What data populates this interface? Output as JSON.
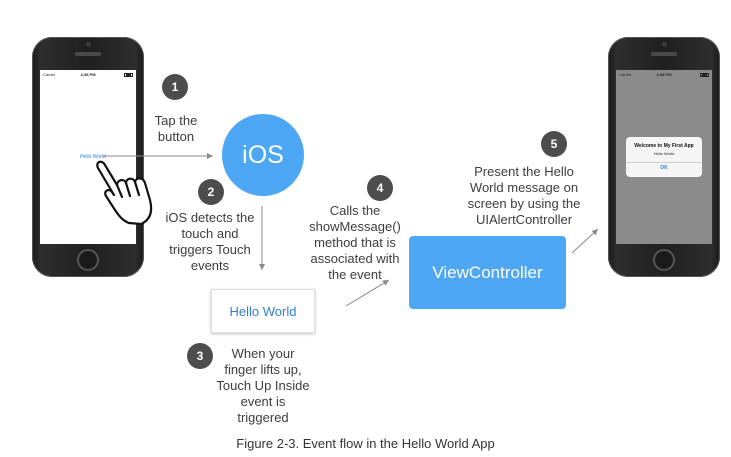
{
  "left_phone": {
    "carrier": "Carrier",
    "time": "4:38 PM",
    "button_label": "Hello World"
  },
  "right_phone": {
    "carrier": "Carrier",
    "time": "4:38 PM",
    "alert_title": "Welcome to My First App",
    "alert_message": "Hello World",
    "alert_button": "OK"
  },
  "nodes": {
    "ios": "iOS",
    "hello_world": "Hello World",
    "view_controller": "ViewController"
  },
  "steps": [
    {
      "number": "1",
      "text": [
        "Tap the",
        "button"
      ]
    },
    {
      "number": "2",
      "text": [
        "iOS detects the",
        "touch and",
        "triggers Touch",
        "events"
      ]
    },
    {
      "number": "3",
      "text": [
        "When your",
        "finger lifts up,",
        "Touch Up Inside",
        "event is",
        "triggered"
      ]
    },
    {
      "number": "4",
      "text": [
        "Calls the",
        "showMessage()",
        "method that is",
        "associated with",
        "the event"
      ]
    },
    {
      "number": "5",
      "text": [
        "Present the Hello",
        "World message on",
        "screen by using the",
        "UIAlertController"
      ]
    }
  ],
  "caption": "Figure 2-3. Event flow in the Hello World App",
  "colors": {
    "accent_blue": "#4ea7f5",
    "badge_gray": "#4d4d4d",
    "link_blue": "#2f7fd6",
    "arrow_gray": "#8a8a8a"
  }
}
